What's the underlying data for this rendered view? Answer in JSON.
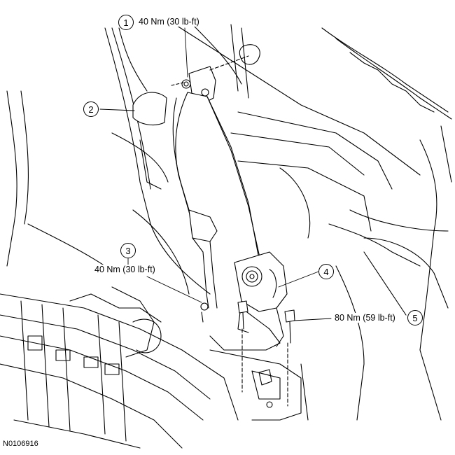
{
  "callouts": [
    {
      "number": "1",
      "torque": "40 Nm (30 lb-ft)"
    },
    {
      "number": "2",
      "torque": ""
    },
    {
      "number": "3",
      "torque": "40 Nm (30 lb-ft)"
    },
    {
      "number": "4",
      "torque": ""
    },
    {
      "number": "5",
      "torque": "80 Nm (59 lb-ft)"
    }
  ],
  "figure_id": "N0106916"
}
